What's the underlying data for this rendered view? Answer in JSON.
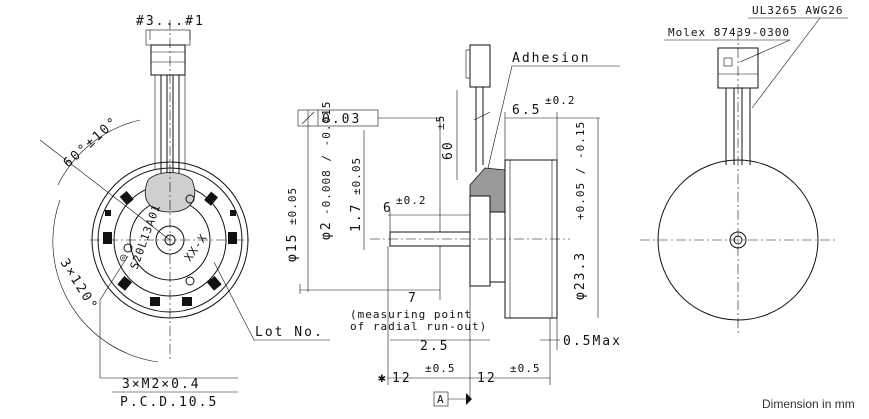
{
  "drawing": {
    "wire_code": "#3...#1",
    "angle_label": "60°±10°",
    "spacing_label": "3×120°",
    "screw_spec": "3×M2×0.4",
    "pcd_spec": "P.C.D.10.5",
    "lot_label": "Lot No.",
    "rotor_marking": "S20L13A01",
    "motor_marking": "XX-X",
    "adhesion_label": "Adhesion",
    "runout_value": "0.03",
    "cable_length": "60",
    "cable_length_tol": "±5",
    "dim_6_5": "6.5",
    "dim_6_5_tol": "±0.2",
    "dim_6": "6",
    "dim_6_tol": "±0.2",
    "dim_7": "7",
    "measuring_note_line1": "(measuring point",
    "measuring_note_line2": "of radial run-out)",
    "dim_2_5": "2.5",
    "dim_0_5max": "0.5Max",
    "dim_12a": "12",
    "dim_12a_tol": "±0.5",
    "dim_12b": "12",
    "dim_12b_tol": "±0.5",
    "star_mark": "✱",
    "datum_label": "A",
    "dia15": "φ15",
    "dia15_tol": "±0.05",
    "dia2": "φ2",
    "dia2_tol": "-0.008 / -0.015",
    "dim_1_7": "1.7",
    "dim_1_7_tol": "±0.05",
    "dia23": "φ23.3",
    "dia23_tol": "+0.05 / -0.15",
    "cable_spec": "UL3265 AWG26",
    "connector_spec": "Molex 87439-0300",
    "unit_note": "Dimension in mm"
  }
}
